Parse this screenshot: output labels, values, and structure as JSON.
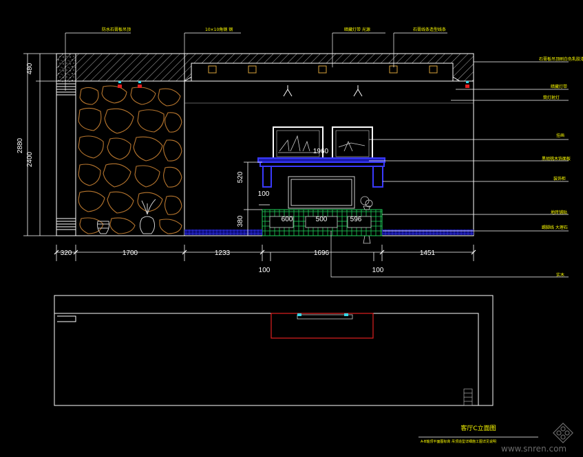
{
  "drawing_title": "客厅C立面图",
  "drawing_subtitle": "A-B轴顶平面图标高 吊顶造型详细施工图详见说明",
  "watermark": "www.snren.com",
  "horizontal_dims_top": [
    "320",
    "1700",
    "1233",
    "1696",
    "1451"
  ],
  "horizontal_dims_bottom": [
    "100",
    "100"
  ],
  "vertical_dims": {
    "total": "2880",
    "ceiling": "480",
    "wall": "2400",
    "cabinet_upper": "520",
    "cabinet_lower": "380",
    "cabinet_gap": "100"
  },
  "cabinet_dims": {
    "top_width": "1960",
    "d1": "600",
    "d2": "500",
    "d3": "596"
  },
  "top_notes": [
    "防水石膏板吊顶",
    "10×10角钢 钢",
    "暗藏灯带 光源",
    "石膏线条造型线条"
  ],
  "right_notes": [
    "石膏板吊顶刷白色乳胶漆",
    "暗藏灯带",
    "筒灯射灯",
    "挂画",
    "黑胡桃木饰面板",
    "装饰柜",
    "地砖铺贴",
    "踢脚线 大理石",
    "实木"
  ],
  "colors": {
    "background": "#000000",
    "line": "#ffffff",
    "stone": "#b7762e",
    "blue": "#2a2ae8",
    "green": "#1fd15a",
    "red": "#e12020",
    "text": "#ffff00"
  }
}
